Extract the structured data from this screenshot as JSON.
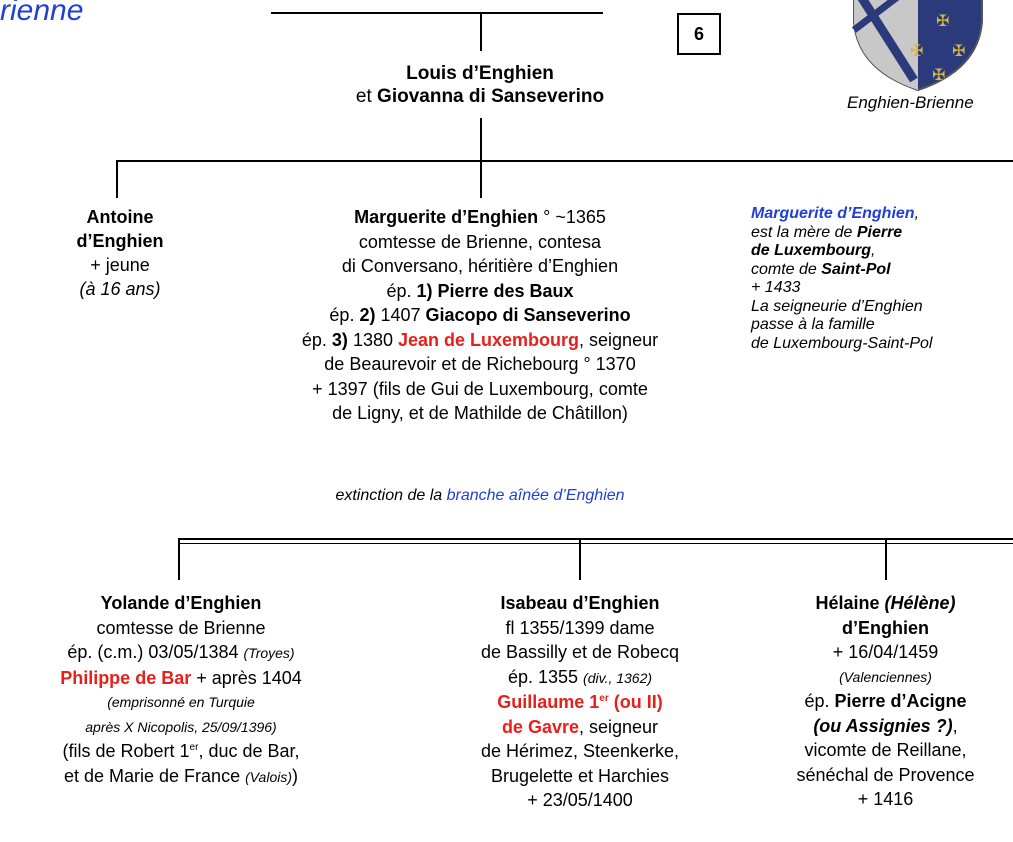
{
  "header_title": "rienne",
  "page_number": "6",
  "shield_caption": "Enghien-Brienne",
  "couple": {
    "husband": "Louis d’Enghien",
    "conj": "et",
    "wife": "Giovanna di Sanseverino"
  },
  "antoine": {
    "name1": "Antoine",
    "name2": "d’Enghien",
    "line1": "+ jeune",
    "line2": "(à 16 ans)"
  },
  "marguerite": {
    "name": "Marguerite d’Enghien",
    "birth": " ° ~1365",
    "l2": "comtesse de Brienne, contesa",
    "l3": "di Conversano, héritière d’Enghien",
    "l4_pre": "ép. ",
    "l4_num": "1)",
    "l4_name": " Pierre des Baux",
    "l5_pre": "ép. ",
    "l5_num": "2)",
    "l5_date": " 1407 ",
    "l5_name": "Giacopo di Sanseverino",
    "l6_pre": "ép. ",
    "l6_num": "3)",
    "l6_date": " 1380 ",
    "l6_name": "Jean de Luxembourg",
    "l6_post": ", seigneur",
    "l7": "de Beaurevoir et de Richebourg ° 1370",
    "l8": "+ 1397 (fils de Gui de Luxembourg, comte",
    "l9": "de Ligny, et de Mathilde de Châtillon)"
  },
  "note": {
    "name": "Marguerite d’Enghien",
    "comma": ",",
    "l2a": "est la mère de ",
    "l2b": "Pierre",
    "l3": "de Luxembourg",
    "l3c": ",",
    "l4a": "comte de ",
    "l4b": "Saint-Pol",
    "l5": "+ 1433",
    "l6": "La seigneurie d’Enghien",
    "l7": "passe à la famille",
    "l8": "de Luxembourg-Saint-Pol"
  },
  "extinction": {
    "pre": "extinction de la ",
    "link": "branche aînée d’Enghien"
  },
  "yolande": {
    "name": "Yolande d’Enghien",
    "l2": "comtesse de Brienne",
    "l3": "ép. (c.m.) 03/05/1384 ",
    "l3i": "(Troyes)",
    "l4_name": "Philippe de Bar",
    "l4_post": " + après 1404",
    "l5": "(emprisonné en Turquie",
    "l6": "après X Nicopolis, 25/09/1396)",
    "l7a": "(fils de Robert 1",
    "l7sup": "er",
    "l7b": ", duc de Bar,",
    "l8a": "et de Marie de France ",
    "l8i": "(Valois)",
    "l8b": ")"
  },
  "isabeau": {
    "name": "Isabeau d’Enghien",
    "l2": "fl 1355/1399 dame",
    "l3": "de Bassilly et de Robecq",
    "l4": "ép. 1355 ",
    "l4i": "(div., 1362)",
    "l5a": "Guillaume 1",
    "l5sup": "er",
    "l5b": " (ou II)",
    "l6_name": "de Gavre",
    "l6_post": ", seigneur",
    "l7": "de Hérimez, Steenkerke,",
    "l8": "Brugelette et Harchies",
    "l9": "+ 23/05/1400"
  },
  "helaine": {
    "name": "Hélaine ",
    "name_i": "(Hélène)",
    "name2": "d’Enghien",
    "l3": "+ 16/04/1459",
    "l4": "(Valenciennes)",
    "l5a": "ép. ",
    "l5b": "Pierre d’Acigne",
    "l6": "(ou Assignies ?)",
    "l6c": ",",
    "l7": "vicomte de Reillane,",
    "l8": "sénéchal de Provence",
    "l9": "+ 1416"
  }
}
